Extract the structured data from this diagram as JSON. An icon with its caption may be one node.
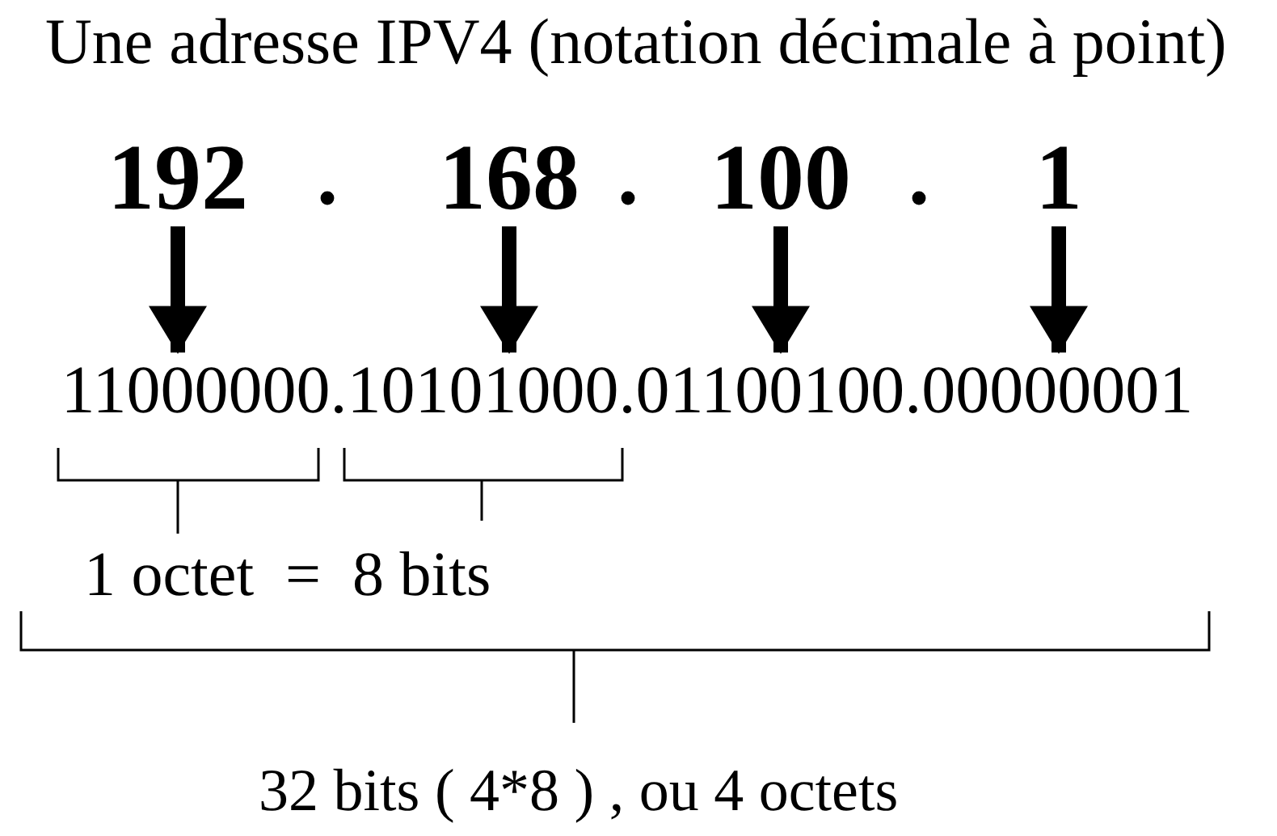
{
  "diagram": {
    "title": "Une adresse IPV4 (notation décimale à point)",
    "nodes": [
      {
        "text": [
          "192"
        ]
      },
      {
        "text": [
          "168"
        ]
      },
      {
        "text": [
          "100"
        ]
      },
      {
        "text": [
          "1"
        ]
      },
      {
        "text": [
          "11000000.10101000.01100100.00000001"
        ]
      }
    ],
    "edges": [
      {
        "from": 0,
        "to": 4,
        "arrow": "to"
      },
      {
        "from": 1,
        "to": 4,
        "arrow": "to"
      },
      {
        "from": 2,
        "to": 4,
        "arrow": "to"
      },
      {
        "from": 3,
        "to": 4,
        "arrow": "to"
      }
    ],
    "labels": [
      ".",
      ".",
      ".",
      "1 octet  =  8 bits",
      "32 bits ( 4*8 ) , ou 4 octets"
    ]
  }
}
